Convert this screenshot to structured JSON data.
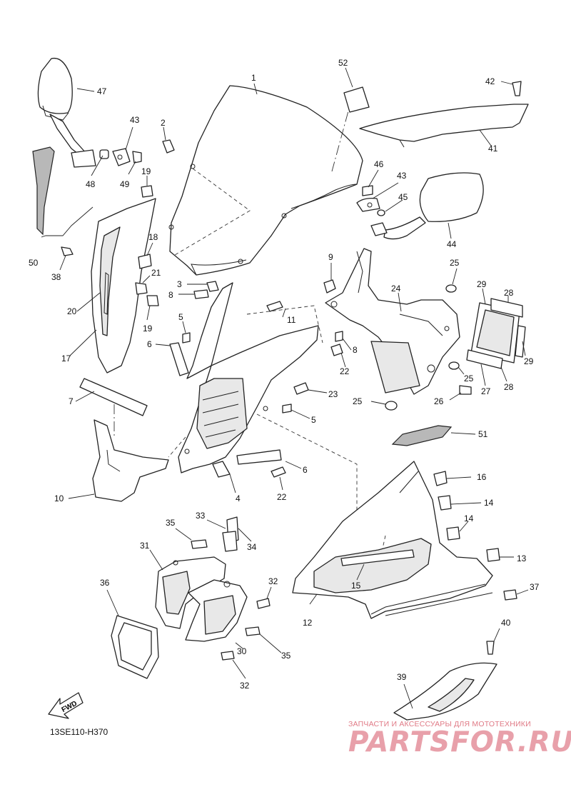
{
  "diagram": {
    "code": "13SE110-H370",
    "fwd_label": "FWD",
    "callouts": [
      "1",
      "2",
      "3",
      "4",
      "5",
      "5",
      "6",
      "6",
      "7",
      "8",
      "8",
      "9",
      "10",
      "11",
      "12",
      "13",
      "14",
      "14",
      "15",
      "16",
      "17",
      "18",
      "19",
      "19",
      "20",
      "21",
      "22",
      "22",
      "23",
      "24",
      "25",
      "25",
      "25",
      "26",
      "27",
      "28",
      "28",
      "29",
      "29",
      "30",
      "31",
      "32",
      "32",
      "33",
      "34",
      "35",
      "35",
      "36",
      "37",
      "38",
      "39",
      "40",
      "41",
      "42",
      "43",
      "43",
      "44",
      "45",
      "46",
      "47",
      "48",
      "49",
      "50",
      "51",
      "52"
    ]
  },
  "watermark": {
    "caption": "ЗАПЧАСТИ И АКСЕССУАРЫ ДЛЯ МОТОТЕХНИКИ",
    "brand": "PARTSFOR.RU"
  }
}
